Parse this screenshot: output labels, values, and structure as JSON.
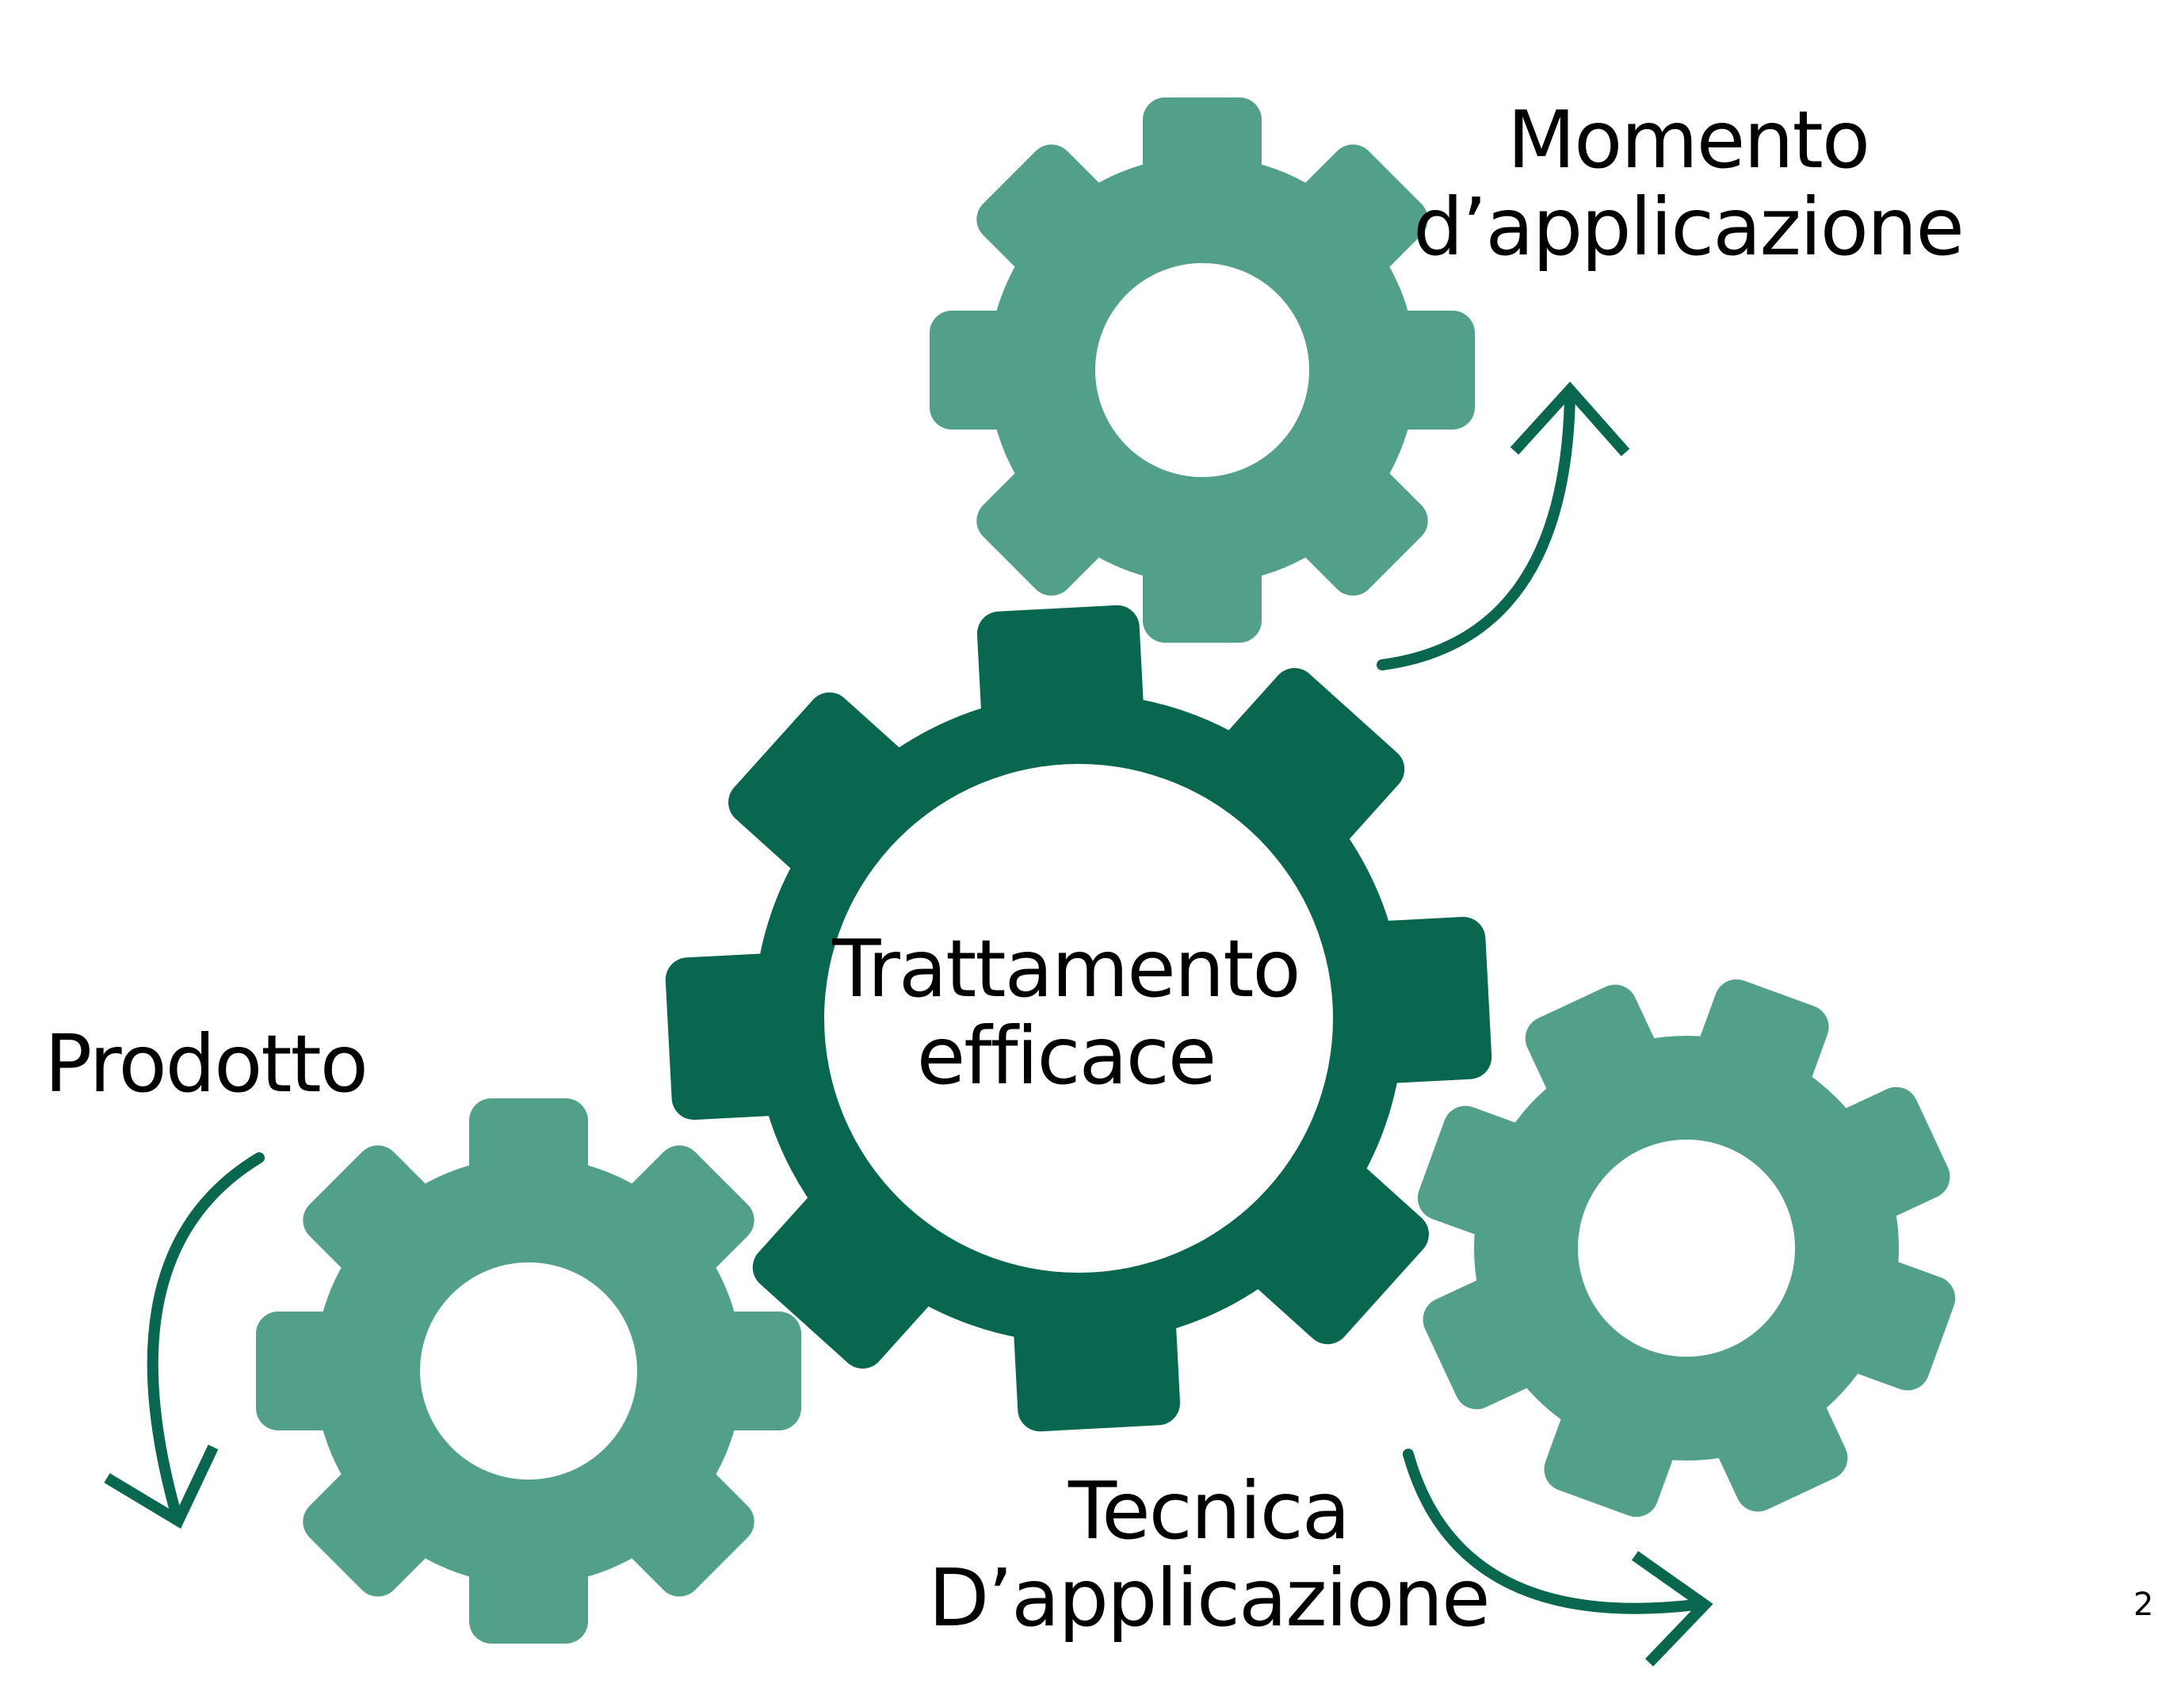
{
  "colors": {
    "primary": "#09664F",
    "secondary": "#52A08A"
  },
  "center_label": {
    "line1": "Trattamento",
    "line2": "efficace"
  },
  "labels": {
    "momento": {
      "line1": "Momento",
      "line2": "d’applicazione"
    },
    "prodotto": {
      "line1": "Prodotto"
    },
    "tecnica": {
      "line1": "Tecnica",
      "line2": "D’applicazione"
    }
  },
  "page_number": "2"
}
